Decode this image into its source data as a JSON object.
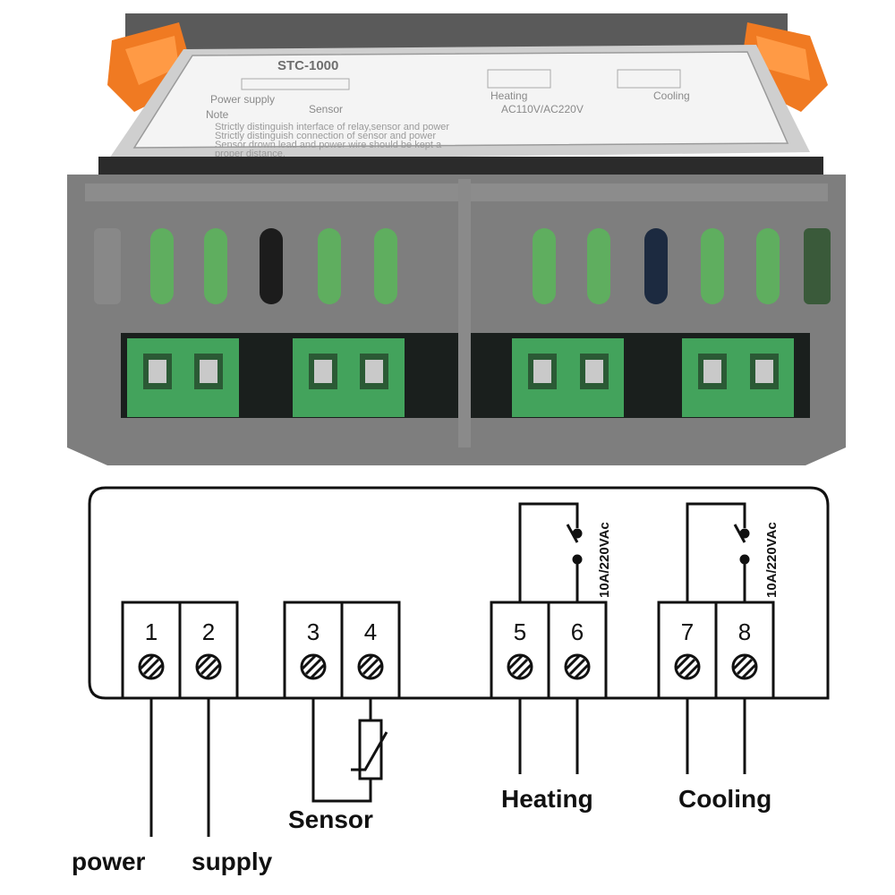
{
  "photo": {
    "model": "STC-1000",
    "sticker_labels": [
      "Power supply",
      "Sensor",
      "Heating",
      "Cooling"
    ],
    "voltage": "AC110V/AC220V",
    "note_heading": "Note",
    "note_lines": [
      "Strictly distinguish interface of relay,sensor and power",
      "Strictly distinguish connection of sensor and power",
      "Sensor drown lead and power wire should be kept a",
      "proper distance."
    ]
  },
  "wiring": {
    "terminals": [
      "1",
      "2",
      "3",
      "4",
      "5",
      "6",
      "7",
      "8"
    ],
    "relay_rating": "10A/220VAc",
    "labels": {
      "power": "power",
      "supply": "supply",
      "sensor": "Sensor",
      "heating": "Heating",
      "cooling": "Cooling"
    }
  }
}
